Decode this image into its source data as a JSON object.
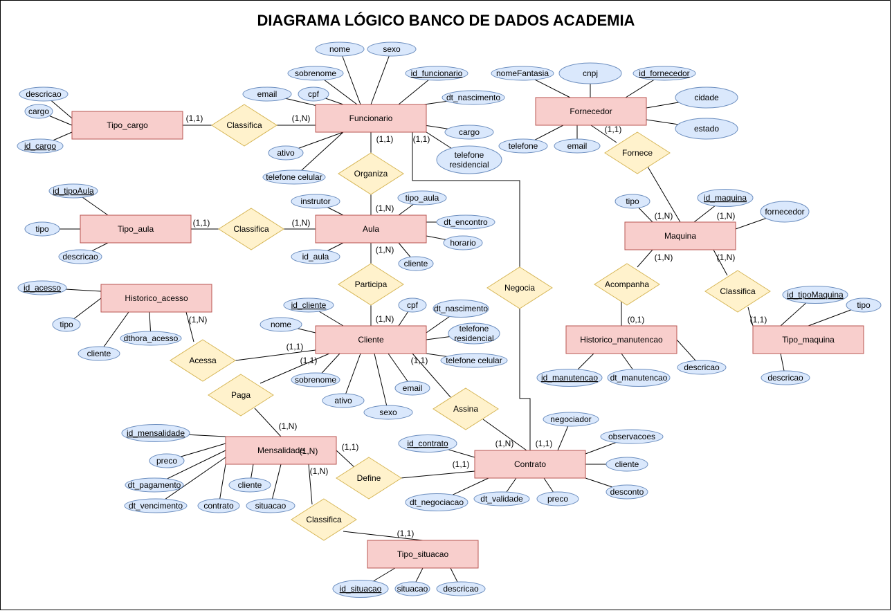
{
  "title": "DIAGRAMA LÓGICO BANCO DE DADOS ACADEMIA",
  "colors": {
    "entity_fill": "#f8cecc",
    "entity_stroke": "#b85450",
    "relation_fill": "#fff2cc",
    "relation_stroke": "#d6b656",
    "attribute_fill": "#dae8fc",
    "attribute_stroke": "#6c8ebf",
    "line": "#000000",
    "cardinality_highlight": "#ff0000"
  },
  "entities": [
    {
      "id": "tipo_cargo",
      "label": "Tipo_cargo"
    },
    {
      "id": "funcionario",
      "label": "Funcionario"
    },
    {
      "id": "fornecedor",
      "label": "Fornecedor"
    },
    {
      "id": "tipo_aula",
      "label": "Tipo_aula"
    },
    {
      "id": "aula",
      "label": "Aula"
    },
    {
      "id": "maquina",
      "label": "Maquina"
    },
    {
      "id": "historico_acesso",
      "label": "Historico_acesso"
    },
    {
      "id": "cliente",
      "label": "Cliente"
    },
    {
      "id": "historico_manutencao",
      "label": "Historico_manutencao"
    },
    {
      "id": "tipo_maquina",
      "label": "Tipo_maquina"
    },
    {
      "id": "mensalidade",
      "label": "Mensalidade"
    },
    {
      "id": "contrato",
      "label": "Contrato"
    },
    {
      "id": "tipo_situacao",
      "label": "Tipo_situacao"
    }
  ],
  "relationships": [
    {
      "id": "classifica_cargo",
      "label": "Classifica"
    },
    {
      "id": "organiza",
      "label": "Organiza"
    },
    {
      "id": "fornece",
      "label": "Fornece"
    },
    {
      "id": "classifica_aula",
      "label": "Classifica"
    },
    {
      "id": "participa",
      "label": "Participa"
    },
    {
      "id": "negocia",
      "label": "Negocia"
    },
    {
      "id": "acompanha",
      "label": "Acompanha"
    },
    {
      "id": "classifica_maquina",
      "label": "Classifica"
    },
    {
      "id": "acessa",
      "label": "Acessa"
    },
    {
      "id": "paga",
      "label": "Paga"
    },
    {
      "id": "assina",
      "label": "Assina"
    },
    {
      "id": "define",
      "label": "Define"
    },
    {
      "id": "classifica_situacao",
      "label": "Classifica"
    }
  ],
  "attributes": [
    {
      "id": "a_nome_f",
      "label": "nome",
      "key": false
    },
    {
      "id": "a_sexo_f",
      "label": "sexo",
      "key": false
    },
    {
      "id": "a_sobrenome_f",
      "label": "sobrenome",
      "key": false
    },
    {
      "id": "a_id_funcionario",
      "label": "id_funcionario",
      "key": true
    },
    {
      "id": "a_email_f",
      "label": "email",
      "key": false
    },
    {
      "id": "a_cpf_f",
      "label": "cpf",
      "key": false
    },
    {
      "id": "a_dtnasc_f",
      "label": "dt_nascimento",
      "key": false
    },
    {
      "id": "a_cargo_f",
      "label": "cargo",
      "key": false
    },
    {
      "id": "a_telres_f",
      "label": "telefone\nresidencial",
      "key": false
    },
    {
      "id": "a_ativo_f",
      "label": "ativo",
      "key": false
    },
    {
      "id": "a_telcel_f",
      "label": "telefone celular",
      "key": false
    },
    {
      "id": "a_descricao_tc",
      "label": "descricao",
      "key": false
    },
    {
      "id": "a_cargo_tc",
      "label": "cargo",
      "key": false
    },
    {
      "id": "a_id_cargo",
      "label": "id_cargo",
      "key": true
    },
    {
      "id": "a_nomefantasia",
      "label": "nomeFantasia",
      "key": false
    },
    {
      "id": "a_cnpj",
      "label": "cnpj",
      "key": false
    },
    {
      "id": "a_id_fornecedor",
      "label": "id_fornecedor",
      "key": true
    },
    {
      "id": "a_cidade",
      "label": "cidade",
      "key": false
    },
    {
      "id": "a_estado",
      "label": "estado",
      "key": false
    },
    {
      "id": "a_telefone_forn",
      "label": "telefone",
      "key": false
    },
    {
      "id": "a_email_forn",
      "label": "email",
      "key": false
    },
    {
      "id": "a_id_tipoaula",
      "label": "id_tipoAula",
      "key": true
    },
    {
      "id": "a_tipo_ta",
      "label": "tipo",
      "key": false
    },
    {
      "id": "a_descricao_ta",
      "label": "descricao",
      "key": false
    },
    {
      "id": "a_instrutor",
      "label": "instrutor",
      "key": false
    },
    {
      "id": "a_tipo_aula",
      "label": "tipo_aula",
      "key": false
    },
    {
      "id": "a_dt_encontro",
      "label": "dt_encontro",
      "key": false
    },
    {
      "id": "a_horario",
      "label": "horario",
      "key": false
    },
    {
      "id": "a_id_aula",
      "label": "id_aula",
      "key": false
    },
    {
      "id": "a_cliente_aula",
      "label": "cliente",
      "key": false
    },
    {
      "id": "a_tipo_maq",
      "label": "tipo",
      "key": false
    },
    {
      "id": "a_id_maquina",
      "label": "id_maquina",
      "key": true
    },
    {
      "id": "a_fornecedor_maq",
      "label": "fornecedor",
      "key": false
    },
    {
      "id": "a_id_acesso",
      "label": "id_acesso",
      "key": true
    },
    {
      "id": "a_tipo_ha",
      "label": "tipo",
      "key": false
    },
    {
      "id": "a_cliente_ha",
      "label": "cliente",
      "key": false
    },
    {
      "id": "a_dthora_acesso",
      "label": "dthora_acesso",
      "key": false
    },
    {
      "id": "a_id_cliente",
      "label": "id_cliente",
      "key": true
    },
    {
      "id": "a_cpf_c",
      "label": "cpf",
      "key": false
    },
    {
      "id": "a_dtnasc_c",
      "label": "dt_nascimento",
      "key": false
    },
    {
      "id": "a_nome_c",
      "label": "nome",
      "key": false
    },
    {
      "id": "a_telres_c",
      "label": "telefone\nresidencial",
      "key": false
    },
    {
      "id": "a_telcel_c",
      "label": "telefone celular",
      "key": false
    },
    {
      "id": "a_sobrenome_c",
      "label": "sobrenome",
      "key": false
    },
    {
      "id": "a_email_c",
      "label": "email",
      "key": false
    },
    {
      "id": "a_ativo_c",
      "label": "ativo",
      "key": false
    },
    {
      "id": "a_sexo_c",
      "label": "sexo",
      "key": false
    },
    {
      "id": "a_id_manutencao",
      "label": "id_manutencao",
      "key": true
    },
    {
      "id": "a_dt_manutencao",
      "label": "dt_manutencao",
      "key": false
    },
    {
      "id": "a_descricao_hm",
      "label": "descricao",
      "key": false
    },
    {
      "id": "a_id_tipomaquina",
      "label": "id_tipoMaquina",
      "key": true
    },
    {
      "id": "a_tipo_tm",
      "label": "tipo",
      "key": false
    },
    {
      "id": "a_descricao_tm",
      "label": "descricao",
      "key": false
    },
    {
      "id": "a_id_mensalidade",
      "label": "id_mensalidade",
      "key": true
    },
    {
      "id": "a_preco_m",
      "label": "preco",
      "key": false
    },
    {
      "id": "a_dt_pagamento",
      "label": "dt_pagamento",
      "key": false
    },
    {
      "id": "a_dt_vencimento",
      "label": "dt_vencimento",
      "key": false
    },
    {
      "id": "a_contrato_m",
      "label": "contrato",
      "key": false
    },
    {
      "id": "a_cliente_m",
      "label": "cliente",
      "key": false
    },
    {
      "id": "a_situacao_m",
      "label": "situacao",
      "key": false
    },
    {
      "id": "a_negociador",
      "label": "negociador",
      "key": false
    },
    {
      "id": "a_id_contrato",
      "label": "id_contrato",
      "key": true
    },
    {
      "id": "a_observacoes",
      "label": "observacoes",
      "key": false
    },
    {
      "id": "a_cliente_ct",
      "label": "cliente",
      "key": false
    },
    {
      "id": "a_desconto",
      "label": "desconto",
      "key": false
    },
    {
      "id": "a_dt_negociacao",
      "label": "dt_negociacao",
      "key": false
    },
    {
      "id": "a_dt_validade",
      "label": "dt_validade",
      "key": false
    },
    {
      "id": "a_preco_ct",
      "label": "preco",
      "key": false
    },
    {
      "id": "a_id_situacao",
      "label": "id_situacao",
      "key": true
    },
    {
      "id": "a_situacao_ts",
      "label": "situacao",
      "key": false
    },
    {
      "id": "a_descricao_ts",
      "label": "descricao",
      "key": false
    }
  ],
  "cardinalities": [
    {
      "id": "c1",
      "label": "(1,1)",
      "highlight": false
    },
    {
      "id": "c2",
      "label": "(1,N)",
      "highlight": false
    },
    {
      "id": "c3",
      "label": "(1,1)",
      "highlight": false
    },
    {
      "id": "c4",
      "label": "(1,1)",
      "highlight": false
    },
    {
      "id": "c5",
      "label": "(1,1)",
      "highlight": false
    },
    {
      "id": "c6",
      "label": "(1,N)",
      "highlight": false
    },
    {
      "id": "c7",
      "label": "(1,1)",
      "highlight": false
    },
    {
      "id": "c8",
      "label": "(1,N)",
      "highlight": false
    },
    {
      "id": "c9",
      "label": "(1,N)",
      "highlight": false
    },
    {
      "id": "c10",
      "label": "(1,N)",
      "highlight": true
    },
    {
      "id": "c11",
      "label": "(1,N)",
      "highlight": false
    },
    {
      "id": "c12",
      "label": "(1,N)",
      "highlight": false
    },
    {
      "id": "c13",
      "label": "(1,N)",
      "highlight": false
    },
    {
      "id": "c14",
      "label": "(1,N)",
      "highlight": true
    },
    {
      "id": "c15",
      "label": "(1,1)",
      "highlight": false
    },
    {
      "id": "c16",
      "label": "(1,N)",
      "highlight": false
    },
    {
      "id": "c17",
      "label": "(0,1)",
      "highlight": false
    },
    {
      "id": "c18",
      "label": "(1,1)",
      "highlight": false
    },
    {
      "id": "c19",
      "label": "(1,1)",
      "highlight": false
    },
    {
      "id": "c20",
      "label": "(1,1)",
      "highlight": false
    },
    {
      "id": "c21",
      "label": "(1,N)",
      "highlight": false
    },
    {
      "id": "c22",
      "label": "(1,1)",
      "highlight": false
    },
    {
      "id": "c23",
      "label": "(1,N)",
      "highlight": false
    },
    {
      "id": "c24",
      "label": "(1,N)",
      "highlight": false
    },
    {
      "id": "c25",
      "label": "(1,1)",
      "highlight": false
    },
    {
      "id": "c26",
      "label": "(1,1)",
      "highlight": false
    },
    {
      "id": "c27",
      "label": "(1,N)",
      "highlight": false
    },
    {
      "id": "c28",
      "label": "(1,1)",
      "highlight": false
    }
  ]
}
